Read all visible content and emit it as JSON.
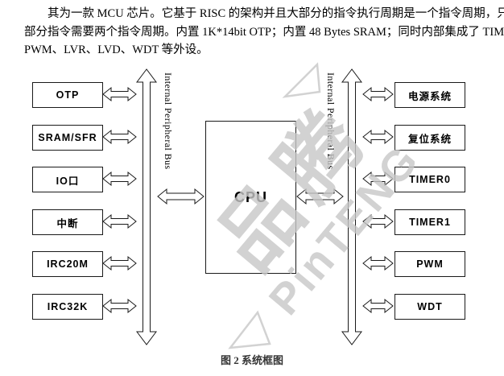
{
  "intro": {
    "line1": "其为一款 MCU 芯片。它基于 RISC 的架构并且大部分的指令执行周期是一个指令周期，只有少",
    "line2": "部分指令需要两个指令周期。内置 1K*14bit OTP；内置 48 Bytes SRAM；同时内部集成了 TIMER、",
    "line3": "PWM、LVR、LVD、WDT 等外设。"
  },
  "diagram": {
    "cpu": "CPU",
    "left_bus_label": "Internal Peripheral Bus",
    "right_bus_label": "Internal Peripheral Bus",
    "left_boxes": [
      "OTP",
      "SRAM/SFR",
      "IO口",
      "中断",
      "IRC20M",
      "IRC32K"
    ],
    "right_boxes": [
      "电源系统",
      "复位系统",
      "TIMER0",
      "TIMER1",
      "PWM",
      "WDT"
    ]
  },
  "caption": "图 2 系统框图",
  "watermark": {
    "cn": "品腾",
    "en": "PinTENG"
  },
  "colors": {
    "line": "#1a1a1a",
    "watermark": "#c7c7c7",
    "background": "#ffffff"
  }
}
